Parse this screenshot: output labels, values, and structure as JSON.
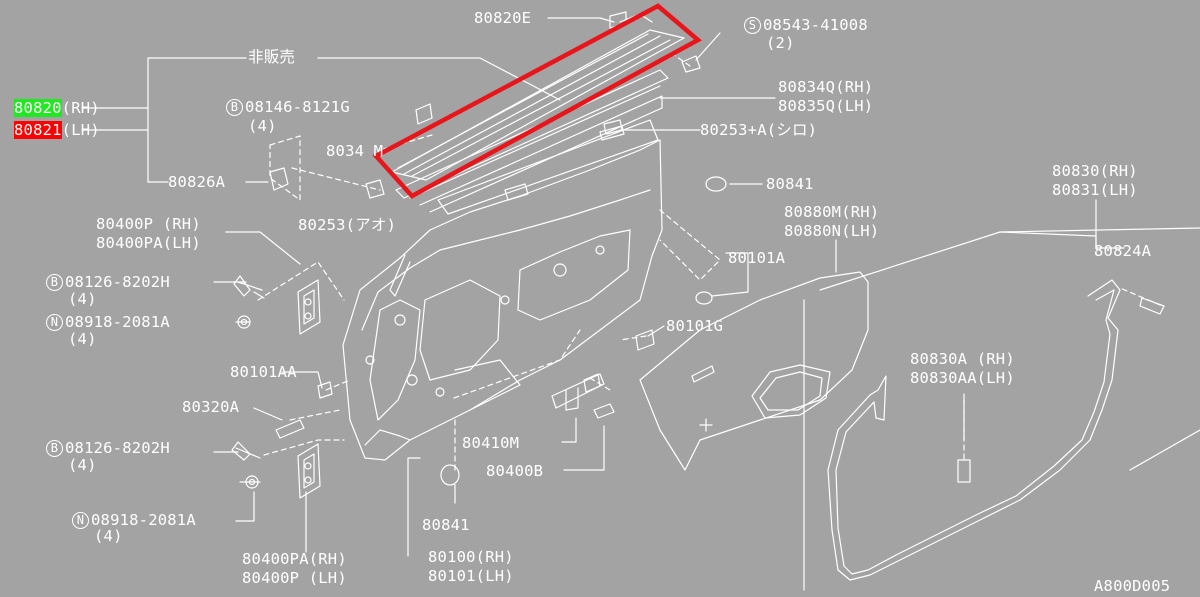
{
  "diagram_code": "A800D005",
  "not_sold": "非販売",
  "highlight_colors": {
    "rh": "#22e822",
    "lh": "#ff0000",
    "box": "#e8151b"
  },
  "labels": {
    "p80820": {
      "part": "80820",
      "side": "(RH)"
    },
    "p80821": {
      "part": "80821",
      "side": "(LH)"
    },
    "p80820E": "80820E",
    "s08543": {
      "marker": "S",
      "part": "08543-41008",
      "qty": "(2)"
    },
    "b08146": {
      "marker": "B",
      "part": "08146-8121G",
      "qty": "(4)"
    },
    "p80834Q": "80834Q(RH)",
    "p80835Q": "80835Q(LH)",
    "p80253A_shiro": "80253+A(シロ)",
    "p8034M": "8034 M",
    "p80826A": "80826A",
    "p80841_top": "80841",
    "p80253_ao": "80253(アオ)",
    "p80400P_rh": "80400P (RH)",
    "p80400PA_lh": "80400PA(LH)",
    "b08126_top": {
      "marker": "B",
      "part": "08126-8202H",
      "qty": "(4)"
    },
    "n08918_top": {
      "marker": "N",
      "part": "08918-2081A",
      "qty": "(4)"
    },
    "p80880M": "80880M(RH)",
    "p80880N": "80880N(LH)",
    "p80101A": "80101A",
    "p80101G": "80101G",
    "p80101AA": "80101AA",
    "p80320A": "80320A",
    "b08126_bot": {
      "marker": "B",
      "part": "08126-8202H",
      "qty": "(4)"
    },
    "n08918_bot": {
      "marker": "N",
      "part": "08918-2081A",
      "qty": "(4)"
    },
    "p80410M": "80410M",
    "p80400B": "80400B",
    "p80841_bot": "80841",
    "p80400PA_rh": "80400PA(RH)",
    "p80400P_lh": "80400P (LH)",
    "p80100": "80100(RH)",
    "p80101": "80101(LH)",
    "p80830": "80830(RH)",
    "p80831": "80831(LH)",
    "p80824A": "80824A",
    "p80830A": "80830A (RH)",
    "p80830AA": "80830AA(LH)"
  }
}
